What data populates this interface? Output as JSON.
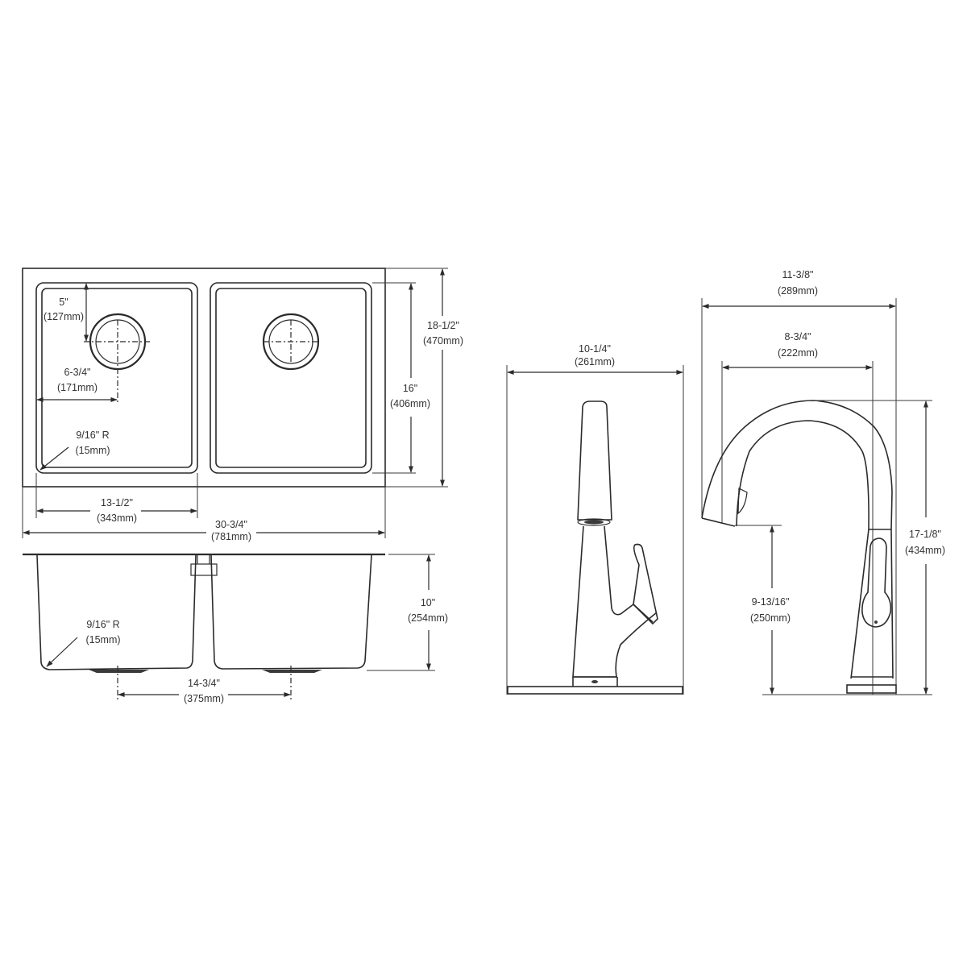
{
  "sink_top_view": {
    "drain_offset_depth": {
      "imperial": "5\"",
      "metric": "(127mm)"
    },
    "drain_offset_side": {
      "imperial": "6-3/4\"",
      "metric": "(171mm)"
    },
    "corner_radius": {
      "imperial": "9/16\" R",
      "metric": "(15mm)"
    },
    "bowl_depth_front_back": {
      "imperial": "16\"",
      "metric": "(406mm)"
    },
    "overall_front_back": {
      "imperial": "18-1/2\"",
      "metric": "(470mm)"
    },
    "bowl_width": {
      "imperial": "13-1/2\"",
      "metric": "(343mm)"
    },
    "overall_width": {
      "imperial": "30-3/4\"",
      "metric": "(781mm)"
    }
  },
  "sink_front_view": {
    "corner_radius": {
      "imperial": "9/16\" R",
      "metric": "(15mm)"
    },
    "bowl_depth": {
      "imperial": "10\"",
      "metric": "(254mm)"
    },
    "drain_center_spacing": {
      "imperial": "14-3/4\"",
      "metric": "(375mm)"
    }
  },
  "faucet_front_view": {
    "base_plate_width": {
      "imperial": "10-1/4\"",
      "metric": "(261mm)"
    }
  },
  "faucet_side_view": {
    "overall_reach": {
      "imperial": "11-3/8\"",
      "metric": "(289mm)"
    },
    "spout_reach": {
      "imperial": "8-3/4\"",
      "metric": "(222mm)"
    },
    "overall_height": {
      "imperial": "17-1/8\"",
      "metric": "(434mm)"
    },
    "spout_clearance_height": {
      "imperial": "9-13/16\"",
      "metric": "(250mm)"
    }
  },
  "colors": {
    "line": "#2b2b2b",
    "text": "#333333",
    "background": "#ffffff"
  }
}
